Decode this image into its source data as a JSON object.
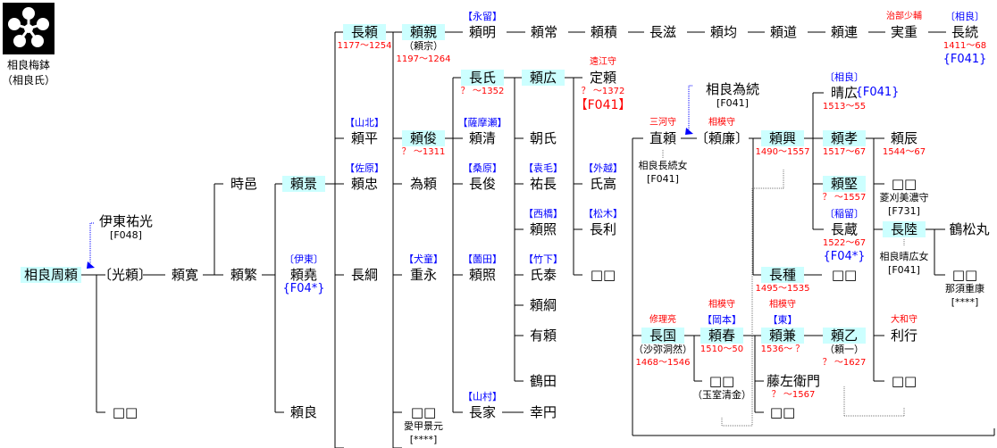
{
  "crest": {
    "name": "相良梅鉢",
    "clan": "（相良氏）"
  },
  "side_ref": "{F041}",
  "people": [
    {
      "name": "相良周頼"
    },
    {
      "name": "〔光頼〕"
    },
    {
      "name": "伊東祐光",
      "post": [
        {
          "t": "[F048]",
          "k": "note"
        }
      ]
    },
    {
      "name": "頼寛"
    },
    {
      "name": "□□"
    },
    {
      "name": "時邑"
    },
    {
      "name": "頼繁"
    },
    {
      "name": "頼景"
    },
    {
      "name": "頼堯",
      "pre": [
        {
          "t": "〔伊東〕",
          "k": "clan"
        }
      ],
      "post": [
        {
          "t": "{F04*}",
          "k": "refblue"
        }
      ]
    },
    {
      "name": "頼良"
    },
    {
      "name": "長頼",
      "post": [
        {
          "t": "1177～1254",
          "k": "date"
        }
      ]
    },
    {
      "name": "頼平",
      "pre": [
        {
          "t": "【山北】",
          "k": "clan"
        }
      ]
    },
    {
      "name": "頼忠",
      "pre": [
        {
          "t": "【佐原】",
          "k": "clan"
        }
      ]
    },
    {
      "name": "長綱"
    },
    {
      "name": "頼親",
      "post": [
        {
          "t": "（頼宗）",
          "k": "note"
        },
        {
          "t": "1197～1264",
          "k": "date"
        }
      ]
    },
    {
      "name": "頼俊",
      "post": [
        {
          "t": "？ ～1311",
          "k": "date"
        }
      ]
    },
    {
      "name": "為頼"
    },
    {
      "name": "重永",
      "pre": [
        {
          "t": "【犬童】",
          "k": "clan"
        }
      ]
    },
    {
      "name": "□□",
      "post": [
        {
          "t": "愛甲景元",
          "k": "note"
        },
        {
          "t": "[****]",
          "k": "note"
        }
      ]
    },
    {
      "name": "頼明",
      "pre": [
        {
          "t": "【永留】",
          "k": "clan"
        }
      ]
    },
    {
      "name": "長氏",
      "post": [
        {
          "t": "？ ～1352",
          "k": "date"
        }
      ]
    },
    {
      "name": "頼清",
      "pre": [
        {
          "t": "【薩摩瀬】",
          "k": "clan"
        }
      ]
    },
    {
      "name": "長俊",
      "pre": [
        {
          "t": "【桑原】",
          "k": "clan"
        }
      ]
    },
    {
      "name": "頼照",
      "pre": [
        {
          "t": "【薗田】",
          "k": "clan"
        }
      ]
    },
    {
      "name": "長家",
      "pre": [
        {
          "t": "【山村】",
          "k": "clan"
        }
      ]
    },
    {
      "name": "頼常"
    },
    {
      "name": "頼積"
    },
    {
      "name": "長滋"
    },
    {
      "name": "頼均"
    },
    {
      "name": "頼道"
    },
    {
      "name": "頼連"
    },
    {
      "name": "実重",
      "pre": [
        {
          "t": "治部少輔",
          "k": "title"
        }
      ]
    },
    {
      "name": "長続",
      "pre": [
        {
          "t": "〔相良〕",
          "k": "clan"
        }
      ],
      "post": [
        {
          "t": "1411～68",
          "k": "date"
        },
        {
          "t": "{F041}",
          "k": "refblue"
        }
      ]
    },
    {
      "name": "頼広"
    },
    {
      "name": "朝氏"
    },
    {
      "name": "祐長",
      "pre": [
        {
          "t": "【袁毛】",
          "k": "clan"
        }
      ]
    },
    {
      "name": "頼照",
      "pre": [
        {
          "t": "【西橋】",
          "k": "clan"
        }
      ]
    },
    {
      "name": "氏泰",
      "pre": [
        {
          "t": "【竹下】",
          "k": "clan"
        }
      ]
    },
    {
      "name": "頼綱"
    },
    {
      "name": "有頼"
    },
    {
      "name": "鶴田"
    },
    {
      "name": "幸円"
    },
    {
      "name": "定頼",
      "pre": [
        {
          "t": "遠江守",
          "k": "title"
        }
      ],
      "post": [
        {
          "t": "？ ～1372",
          "k": "date"
        },
        {
          "t": "【F041】",
          "k": "refbig"
        }
      ]
    },
    {
      "name": "氏高",
      "pre": [
        {
          "t": "【外越】",
          "k": "clan"
        }
      ]
    },
    {
      "name": "長利",
      "pre": [
        {
          "t": "【松木】",
          "k": "clan"
        }
      ]
    },
    {
      "name": "□□"
    },
    {
      "name": "相良為続",
      "post": [
        {
          "t": "[F041]",
          "k": "note"
        }
      ]
    },
    {
      "name": "直頼",
      "pre": [
        {
          "t": "三河守",
          "k": "title"
        }
      ],
      "post": [
        {
          "t": "",
          "k": "note"
        },
        {
          "t": "相良長続女",
          "k": "note"
        },
        {
          "t": "[F041]",
          "k": "note"
        }
      ]
    },
    {
      "name": "〔頼廉〕",
      "pre": [
        {
          "t": "相模守",
          "k": "title"
        }
      ]
    },
    {
      "name": "頼興",
      "post": [
        {
          "t": "1490～1557",
          "k": "date"
        }
      ]
    },
    {
      "name": "晴広",
      "pre": [
        {
          "t": "〔相良〕",
          "k": "clan"
        }
      ],
      "post": [
        {
          "t": "1513～55",
          "k": "date"
        }
      ]
    },
    {
      "name": "頼孝",
      "post": [
        {
          "t": "1517～67",
          "k": "date"
        }
      ]
    },
    {
      "name": "頼辰",
      "post": [
        {
          "t": "1544～67",
          "k": "date"
        }
      ]
    },
    {
      "name": "頼堅",
      "post": [
        {
          "t": "？ ～1557",
          "k": "date"
        }
      ]
    },
    {
      "name": "□□",
      "post": [
        {
          "t": "菱刈美濃守",
          "k": "note"
        },
        {
          "t": "[F731]",
          "k": "note"
        }
      ]
    },
    {
      "name": "長蔵",
      "pre": [
        {
          "t": "〔稲留〕",
          "k": "clan"
        }
      ],
      "post": [
        {
          "t": "1522～67",
          "k": "date"
        },
        {
          "t": "{F04*}",
          "k": "refblue"
        }
      ]
    },
    {
      "name": "長陸",
      "post": [
        {
          "t": "",
          "k": "note"
        },
        {
          "t": "相良晴広女",
          "k": "note"
        },
        {
          "t": "[F041]",
          "k": "note"
        }
      ]
    },
    {
      "name": "鶴松丸"
    },
    {
      "name": "□□",
      "post": [
        {
          "t": "那須重康",
          "k": "note"
        },
        {
          "t": "[****]",
          "k": "note"
        }
      ]
    },
    {
      "name": "長種",
      "post": [
        {
          "t": "1495～1535",
          "k": "date"
        }
      ]
    },
    {
      "name": "□□"
    },
    {
      "name": "長国",
      "pre": [
        {
          "t": "修理亮",
          "k": "title"
        }
      ],
      "post": [
        {
          "t": "（沙弥洞然）",
          "k": "note"
        },
        {
          "t": "1468～1546",
          "k": "date"
        }
      ]
    },
    {
      "name": "頼春",
      "pre": [
        {
          "t": "【岡本】",
          "k": "clan"
        },
        {
          "t": "相模守",
          "k": "title"
        }
      ],
      "post": [
        {
          "t": "1510～50",
          "k": "date"
        }
      ]
    },
    {
      "name": "□□",
      "post": [
        {
          "t": "（玉室清金）",
          "k": "note"
        }
      ]
    },
    {
      "name": "頼兼",
      "pre": [
        {
          "t": "【東】",
          "k": "clan"
        },
        {
          "t": "相模守",
          "k": "title"
        }
      ],
      "post": [
        {
          "t": "1536～ ？",
          "k": "date"
        }
      ]
    },
    {
      "name": "藤左衛門",
      "post": [
        {
          "t": "？ ～1567",
          "k": "date"
        }
      ]
    },
    {
      "name": "□□"
    },
    {
      "name": "頼乙",
      "post": [
        {
          "t": "（頼一）",
          "k": "note"
        },
        {
          "t": "？ ～1627",
          "k": "date"
        }
      ]
    },
    {
      "name": "利行",
      "pre": [
        {
          "t": "大和守",
          "k": "title"
        }
      ]
    },
    {
      "name": "□□"
    }
  ]
}
